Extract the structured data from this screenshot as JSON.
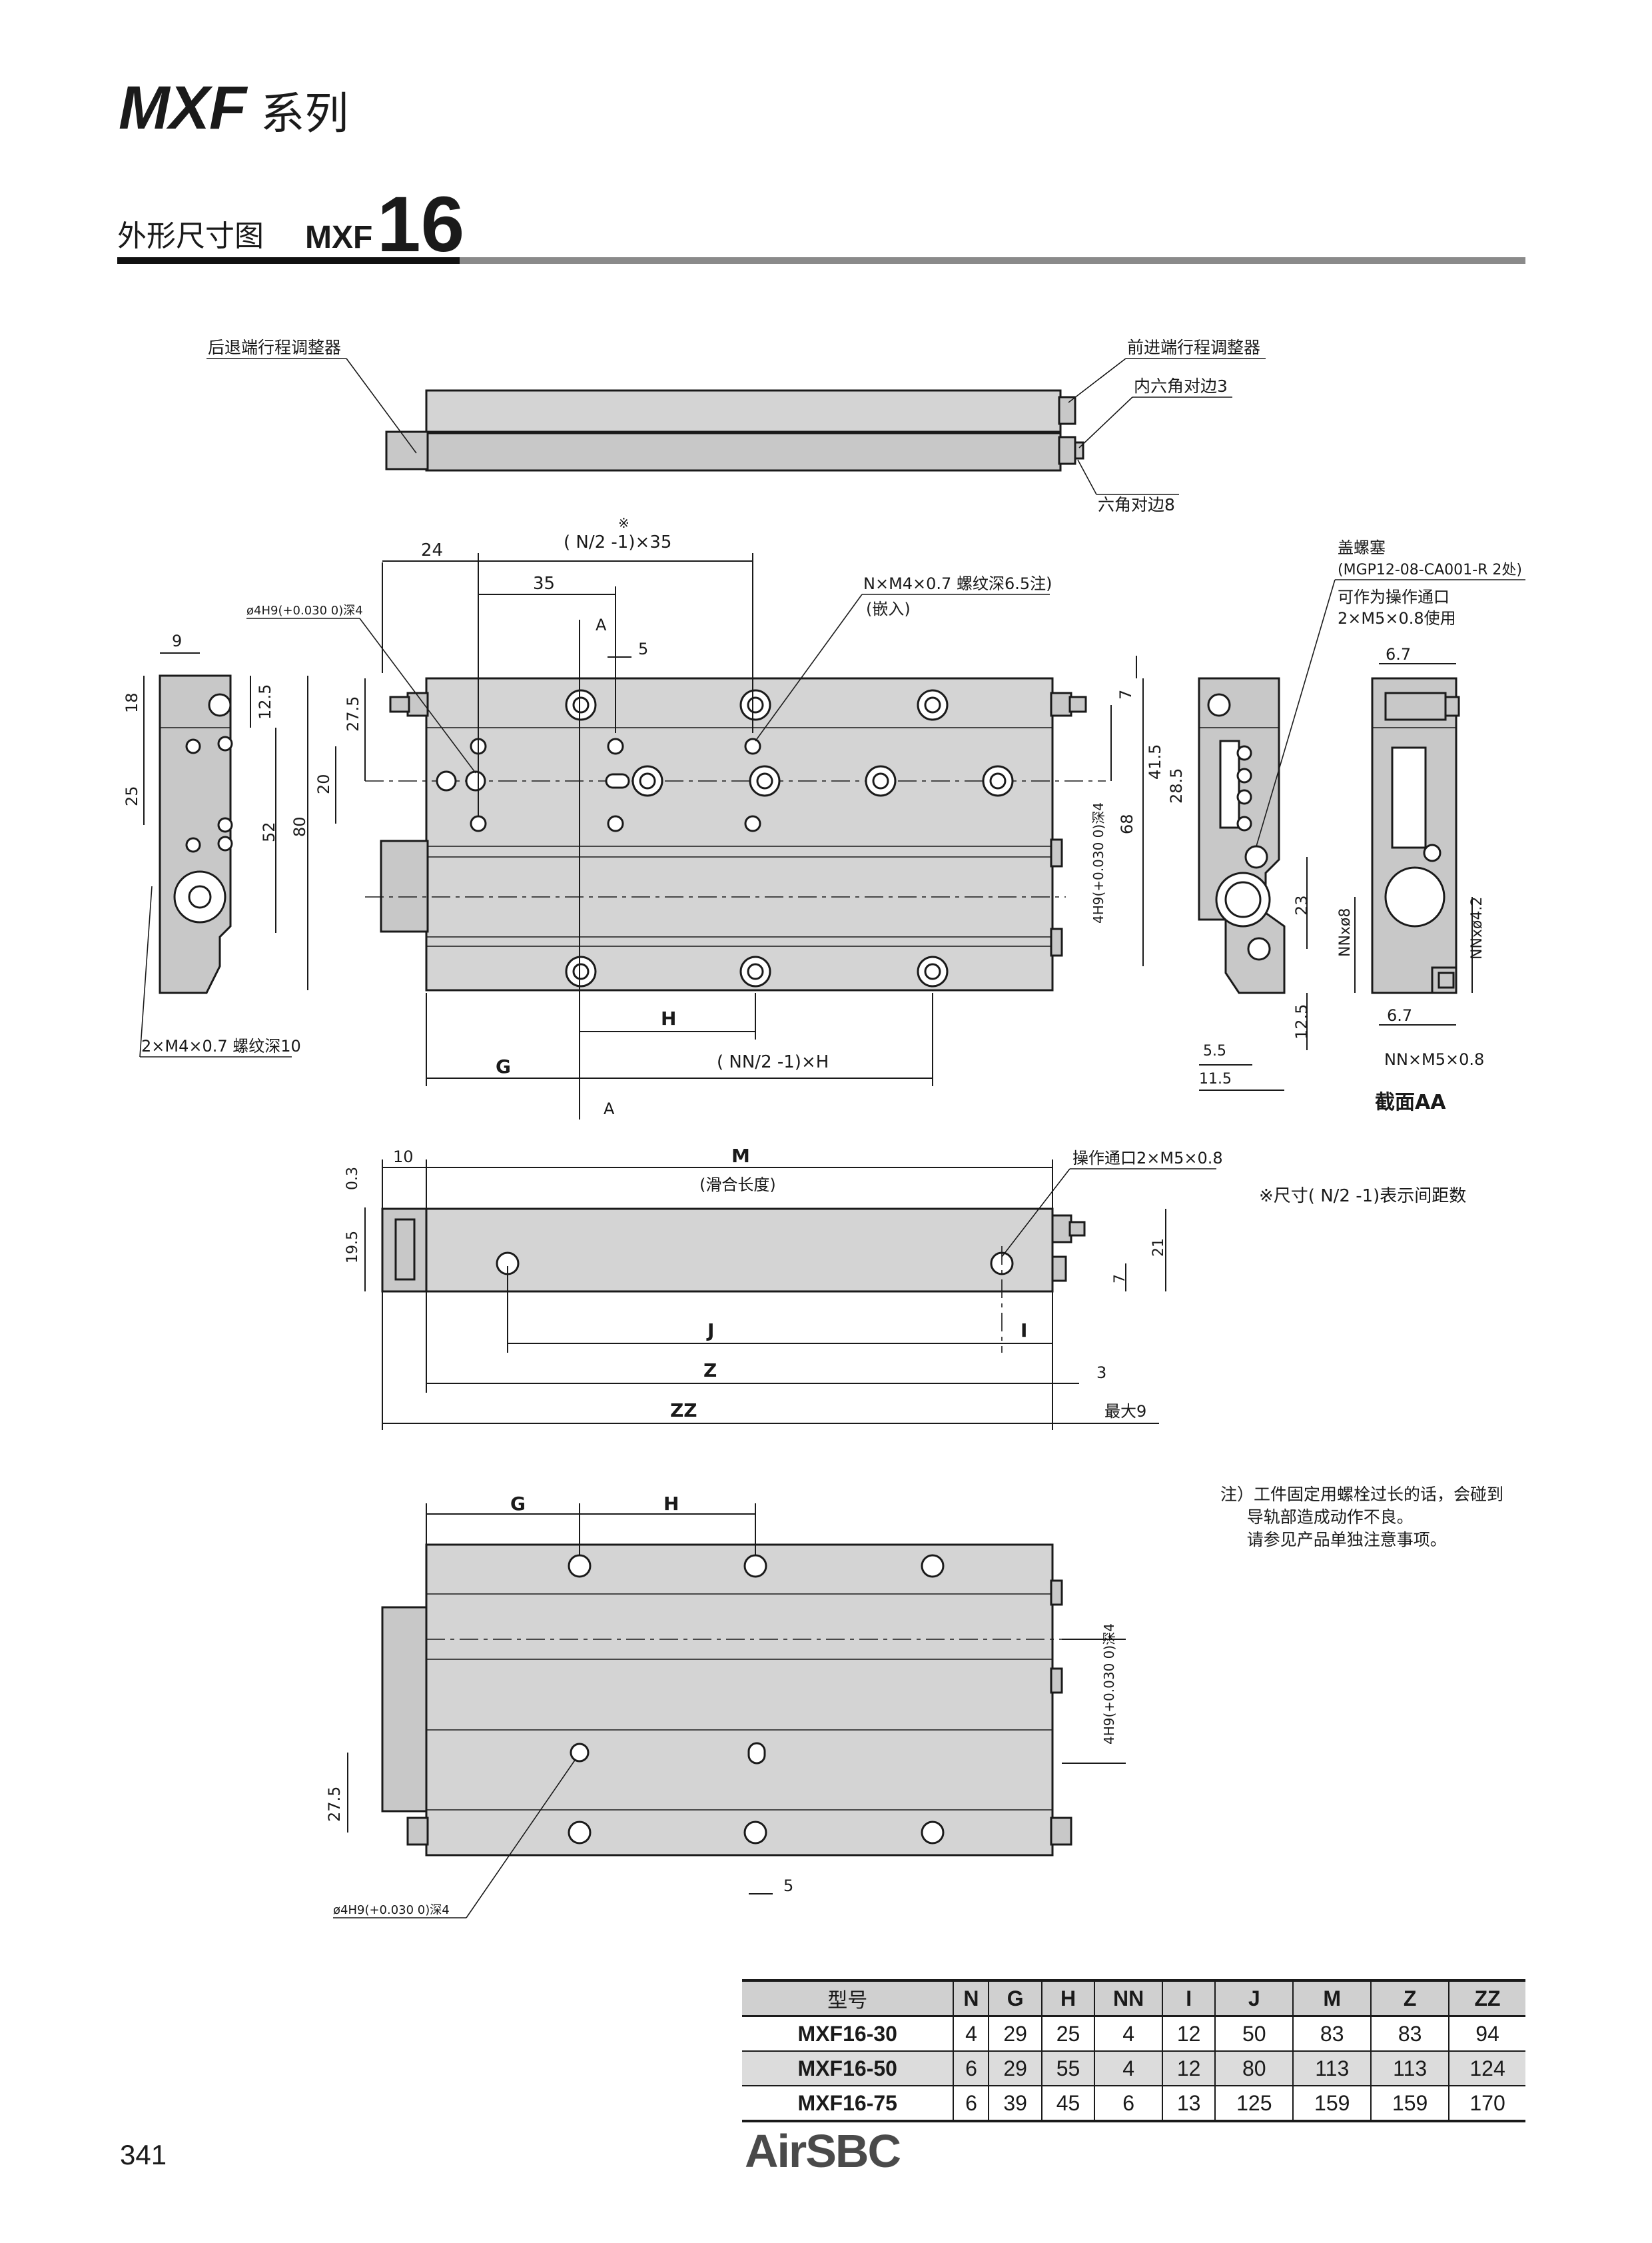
{
  "header": {
    "model": "MXF",
    "suffix": "系列"
  },
  "section": {
    "label": "外形尺寸图",
    "model_prefix": "MXF",
    "model_number": "16"
  },
  "top_view": {
    "label_rear_adjuster": "后退端行程调整器",
    "label_front_adjuster": "前进端行程调整器",
    "label_inner_hex": "内六角对边3",
    "label_hex": "六角对边8"
  },
  "front_view": {
    "dim_24": "24",
    "dim_35_span": "( N/2 -1)×35",
    "ref_mark": "※",
    "dim_35": "35",
    "dim_A": "A",
    "dim_5": "5",
    "dim_9": "9",
    "dim_18": "18",
    "dim_12_5": "12.5",
    "dim_25": "25",
    "dim_27_5": "27.5",
    "dim_20": "20",
    "dim_52": "52",
    "dim_80": "80",
    "dim_7": "7",
    "dim_41_5": "41.5",
    "dim_28_5": "28.5",
    "dim_68": "68",
    "dim_pin_right": "4H9(+0.030 0)深4",
    "label_pin_hole": "ø4H9(+0.030 0)深4",
    "label_thread": "N×M4×0.7 螺纹深6.5注)",
    "label_insert": "(嵌入)",
    "label_thread_bottom": "2×M4×0.7 螺纹深10",
    "dim_H": "H",
    "dim_G": "G",
    "dim_NN_H": "( NN/2 -1)×H",
    "section_A": "A"
  },
  "end_view": {
    "label_plug": "盖螺塞",
    "label_plug_part": "(MGP12-08-CA001-R  2处)",
    "label_port": "可作为操作通口",
    "label_port2": "2×M5×0.8使用",
    "dim_6_7_top": "6.7",
    "dim_23": "23",
    "dim_NN_o8": "NNxø8",
    "dim_NN_o4_2": "NNxø4.2",
    "dim_6_7_bottom": "6.7",
    "dim_12_5": "12.5",
    "dim_5_5": "5.5",
    "dim_11_5": "11.5",
    "label_NN_thread": "NN×M5×0.8",
    "section_title": "截面AA"
  },
  "side_view": {
    "dim_10": "10",
    "dim_M": "M",
    "label_sliding": "(滑合长度)",
    "label_port": "操作通口2×M5×0.8",
    "dim_0_3": "0.3",
    "dim_19_5": "19.5",
    "dim_21": "21",
    "dim_7": "7",
    "dim_J": "J",
    "dim_I": "I",
    "dim_Z": "Z",
    "dim_3": "3",
    "dim_ZZ": "ZZ",
    "label_max": "最大9"
  },
  "reference_note": "※尺寸( N/2 -1)表示间距数",
  "notes": [
    "注）工件固定用螺栓过长的话，会碰到",
    "     导轨部造成动作不良。",
    "     请参见产品单独注意事项。"
  ],
  "bottom_view": {
    "dim_G": "G",
    "dim_H": "H",
    "dim_pin": "4H9(+0.030 0)深4",
    "dim_27_5": "27.5",
    "dim_5": "5",
    "label_pin_hole": "ø4H9(+0.030 0)深4"
  },
  "spec_table": {
    "headers": [
      "型号",
      "N",
      "G",
      "H",
      "NN",
      "I",
      "J",
      "M",
      "Z",
      "ZZ"
    ],
    "rows": [
      [
        "MXF16-30",
        "4",
        "29",
        "25",
        "4",
        "12",
        "50",
        "83",
        "83",
        "94"
      ],
      [
        "MXF16-50",
        "6",
        "29",
        "55",
        "4",
        "12",
        "80",
        "113",
        "113",
        "124"
      ],
      [
        "MXF16-75",
        "6",
        "39",
        "45",
        "6",
        "13",
        "125",
        "159",
        "159",
        "170"
      ]
    ]
  },
  "footer": {
    "page_number": "341",
    "brand": "AirSBC"
  }
}
